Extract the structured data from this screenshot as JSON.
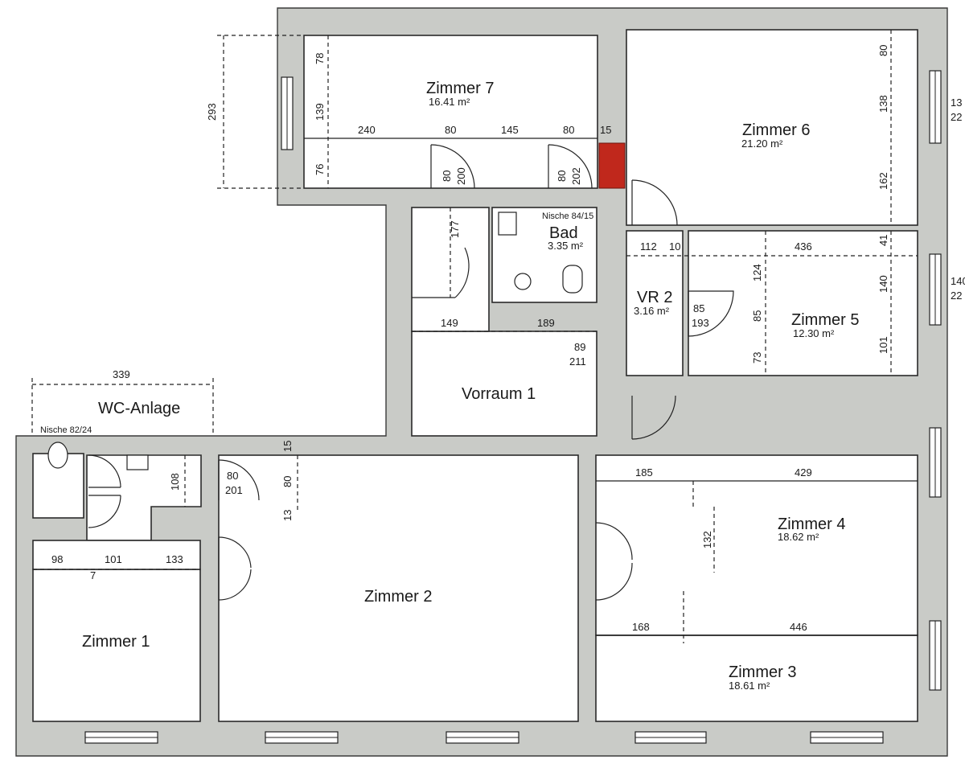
{
  "rooms": {
    "zimmer7": {
      "name": "Zimmer 7",
      "area": "16.41 m²"
    },
    "zimmer6": {
      "name": "Zimmer 6",
      "area": "21.20 m²"
    },
    "zimmer5": {
      "name": "Zimmer 5",
      "area": "12.30 m²"
    },
    "zimmer4": {
      "name": "Zimmer 4",
      "area": "18.62 m²"
    },
    "zimmer3": {
      "name": "Zimmer 3",
      "area": "18.61 m²"
    },
    "zimmer2": {
      "name": "Zimmer 2"
    },
    "zimmer1": {
      "name": "Zimmer 1"
    },
    "bad": {
      "name": "Bad",
      "area": "3.35 m²"
    },
    "vr2": {
      "name": "VR 2",
      "area": "3.16 m²"
    },
    "vorraum1": {
      "name": "Vorraum 1"
    },
    "wc": {
      "name": "WC-Anlage"
    }
  },
  "notes": {
    "nische_bad": "Nische 84/15",
    "nische_wc": "Nische 82/24"
  },
  "dims": {
    "d293": "293",
    "d78": "78",
    "d139": "139",
    "d76": "76",
    "d240": "240",
    "d80a": "80",
    "d145": "145",
    "d80b": "80",
    "d15a": "15",
    "door7a_w": "80",
    "door7a_h": "200",
    "door7b_w": "80",
    "door7b_h": "202",
    "d80r": "80",
    "d138": "138",
    "d162": "162",
    "d13_22a": "13",
    "d22a": "22",
    "d177": "177",
    "d112": "112",
    "d10": "10",
    "d436": "436",
    "d41": "41",
    "d124": "124",
    "d140": "140",
    "d140r": "140",
    "d22b": "22",
    "d85": "85",
    "d193": "193",
    "d85v": "85",
    "d73": "73",
    "d101": "101",
    "d149": "149",
    "d189": "189",
    "d89": "89",
    "d211": "211",
    "d339": "339",
    "d15b": "15",
    "d108": "108",
    "d80w": "80",
    "d201": "201",
    "d80v": "80",
    "d13": "13",
    "d98": "98",
    "d101b": "101",
    "d133": "133",
    "d7": "7",
    "d185": "185",
    "d429": "429",
    "d132": "132",
    "d168": "168",
    "d446": "446"
  }
}
